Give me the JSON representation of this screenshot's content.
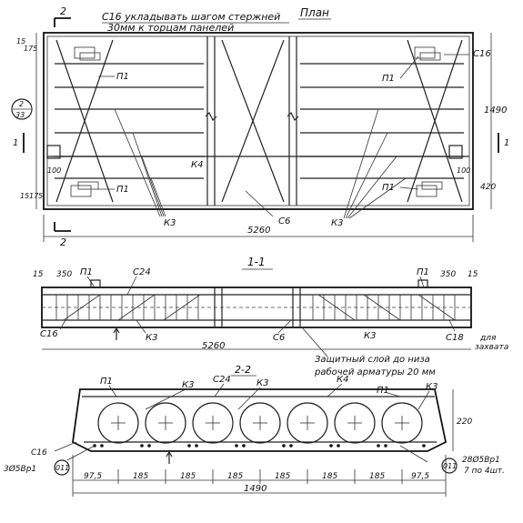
{
  "top_note_line1": "С16 укладывать шагом стержней",
  "top_note_line2": "30мм к торцам панелей",
  "plan_title": "План",
  "section_marks": {
    "s2": "2",
    "s1": "1",
    "callout_num": "2",
    "callout_den": "33"
  },
  "plan_labels": {
    "p1": "П1",
    "c16": "С16",
    "k4": "К4",
    "k3": "К3",
    "c6": "С6"
  },
  "plan_dims": {
    "d15": "15",
    "d175": "175",
    "d100": "100",
    "d1490": "1490",
    "d420": "420",
    "d5260": "5260"
  },
  "section11": {
    "title": "1-1",
    "d15": "15",
    "d350": "350",
    "p1": "П1",
    "c24": "С24",
    "c16": "С16",
    "k3": "К3",
    "c6": "С6",
    "k3b": "К3",
    "c18": "С18",
    "d5260": "5260",
    "note_grip_1": "для",
    "note_grip_2": "захвата",
    "cover_note_1": "Защитный слой до низа",
    "cover_note_2": "рабочей арматуры 20 мм"
  },
  "section22": {
    "title": "2-2",
    "p1": "П1",
    "k3": "К3",
    "c24": "С24",
    "k4": "К4",
    "c16": "С16",
    "left_bars": "3Ø5Вр1",
    "right_bars_1": "28Ø5Вр1",
    "right_bars_2": "7 по 4шт.",
    "marker": "011",
    "d220": "220",
    "d975": "97,5",
    "d185": "185",
    "d1490": "1490"
  }
}
